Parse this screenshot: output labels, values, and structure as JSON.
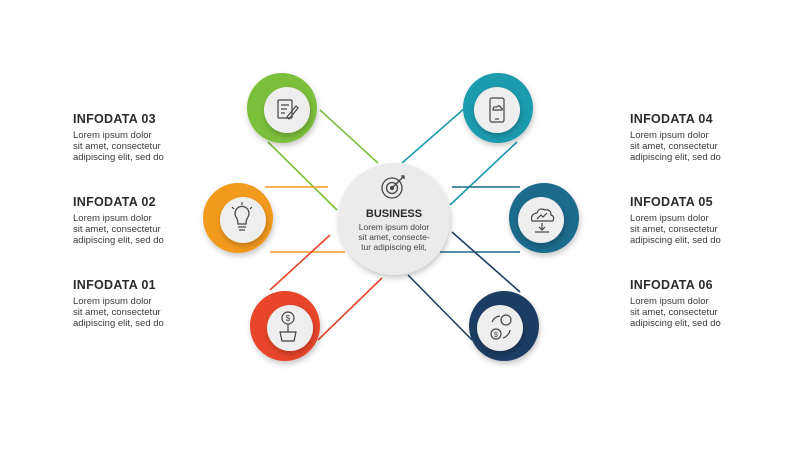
{
  "center": {
    "title": "BUSINESS",
    "lines": [
      "Lorem ipsum dolor",
      "sit amet, consecte-",
      "tur adipiscing elit,"
    ],
    "icon": "target-icon"
  },
  "nodes": [
    {
      "id": "03",
      "color": "#7cbf3b",
      "icon": "document-edit-icon"
    },
    {
      "id": "02",
      "color": "#f29a1f",
      "icon": "lightbulb-icon"
    },
    {
      "id": "01",
      "color": "#e8442a",
      "icon": "money-plant-icon"
    },
    {
      "id": "04",
      "color": "#1a9aae",
      "icon": "smartphone-cloud-icon"
    },
    {
      "id": "05",
      "color": "#1b6a8c",
      "icon": "cloud-chart-icon"
    },
    {
      "id": "06",
      "color": "#1e3e63",
      "icon": "money-cycle-icon"
    }
  ],
  "left_items": [
    {
      "title": "INFODATA 03",
      "lines": [
        "Lorem ipsum dolor",
        "sit amet, consectetur",
        "adipiscing elit, sed do"
      ]
    },
    {
      "title": "INFODATA 02",
      "lines": [
        "Lorem ipsum dolor",
        "sit amet, consectetur",
        "adipiscing elit, sed do"
      ]
    },
    {
      "title": "INFODATA 01",
      "lines": [
        "Lorem ipsum dolor",
        "sit amet, consectetur",
        "adipiscing elit, sed do"
      ]
    }
  ],
  "right_items": [
    {
      "title": "INFODATA 04",
      "lines": [
        "Lorem ipsum dolor",
        "sit amet, consectetur",
        "adipiscing elit, sed do"
      ]
    },
    {
      "title": "INFODATA 05",
      "lines": [
        "Lorem ipsum dolor",
        "sit amet, consectetur",
        "adipiscing elit, sed do"
      ]
    },
    {
      "title": "INFODATA 06",
      "lines": [
        "Lorem ipsum dolor",
        "sit amet, consectetur",
        "adipiscing elit, sed do"
      ]
    }
  ]
}
